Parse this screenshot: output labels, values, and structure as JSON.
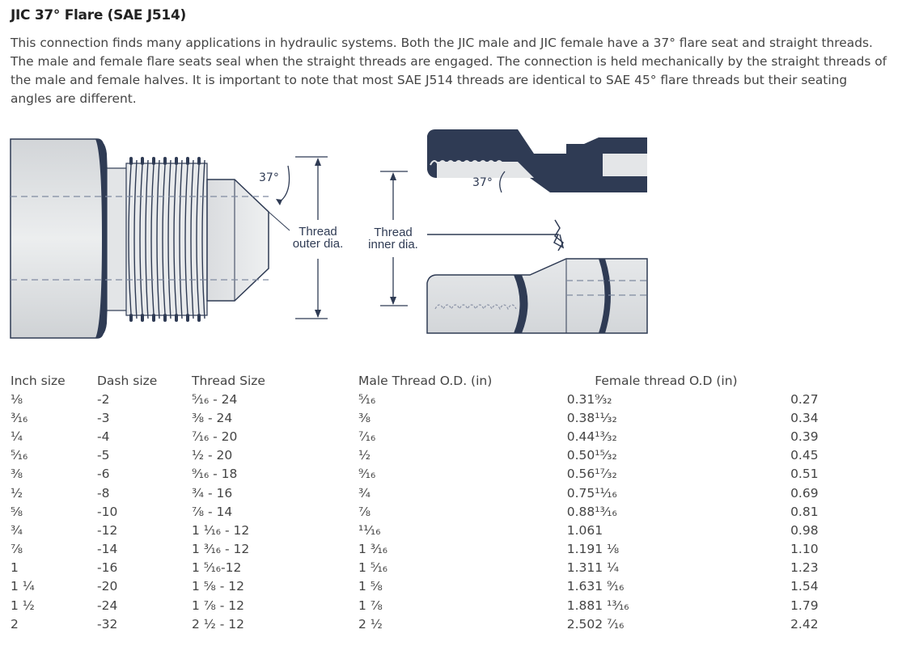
{
  "page": {
    "title": "JIC 37° Flare (SAE J514)",
    "description": "This connection finds many applications in hydraulic systems. Both the JIC male and JIC female have a 37° flare seat and straight threads. The male and female flare seats seal when the straight threads are engaged. The connection is held mechanically by the straight threads of the male and female halves. It is important to note that most SAE J514 threads are identical to SAE 45° flare threads but their seating angles are different."
  },
  "diagram": {
    "male_angle_label": "37°",
    "male_label_line1": "Thread",
    "male_label_line2": "outer dia.",
    "female_label_line1": "Thread",
    "female_label_line2": "inner dia.",
    "female_angle_label": "37°",
    "colors": {
      "metal_light": "#dfe1e3",
      "metal_dark": "#2f3b54",
      "outline": "#2f3b54"
    }
  },
  "table": {
    "headers": [
      "Inch size",
      "Dash size",
      "Thread Size",
      "Male Thread O.D. (in)",
      "",
      "Female thread O.D (in)",
      ""
    ],
    "rows": [
      [
        "⅛",
        "-2",
        "⁵⁄₁₆ - 24",
        "⁵⁄₁₆",
        "0.31",
        "⁹⁄₃₂",
        "0.27"
      ],
      [
        "³⁄₁₆",
        "-3",
        "⅜ - 24",
        "⅜",
        "0.38",
        "¹¹⁄₃₂",
        "0.34"
      ],
      [
        "¼",
        "-4",
        "⁷⁄₁₆ - 20",
        "⁷⁄₁₆",
        "0.44",
        "¹³⁄₃₂",
        "0.39"
      ],
      [
        "⁵⁄₁₆",
        "-5",
        "½ - 20",
        "½",
        "0.50",
        "¹⁵⁄₃₂",
        "0.45"
      ],
      [
        "⅜",
        "-6",
        "⁹⁄₁₆ - 18",
        "⁹⁄₁₆",
        "0.56",
        "¹⁷⁄₃₂",
        "0.51"
      ],
      [
        "½",
        "-8",
        "¾ - 16",
        "¾",
        "0.75",
        "¹¹⁄₁₆",
        "0.69"
      ],
      [
        "⅝",
        "-10",
        "⅞ - 14",
        "⅞",
        "0.88",
        "¹³⁄₁₆",
        "0.81"
      ],
      [
        "¾",
        "-12",
        "1 ¹⁄₁₆ - 12",
        "¹¹⁄₁₆",
        "1.06",
        "1",
        "0.98"
      ],
      [
        "⅞",
        "-14",
        "1 ³⁄₁₆ - 12",
        "1 ³⁄₁₆",
        "1.19",
        "1 ⅛",
        "1.10"
      ],
      [
        "1",
        "-16",
        "1 ⁵⁄₁₆-12",
        "1 ⁵⁄₁₆",
        "1.31",
        "1 ¼",
        "1.23"
      ],
      [
        "1 ¼",
        "-20",
        "1 ⅝ - 12",
        "1 ⅝",
        "1.63",
        "1 ⁹⁄₁₆",
        "1.54"
      ],
      [
        "1 ½",
        "-24",
        "1 ⅞ - 12",
        "1 ⅞",
        "1.88",
        "1 ¹³⁄₁₆",
        "1.79"
      ],
      [
        "2",
        "-32",
        "2 ½ - 12",
        "2 ½",
        "2.50",
        "2 ⁷⁄₁₆",
        "2.42"
      ]
    ]
  }
}
